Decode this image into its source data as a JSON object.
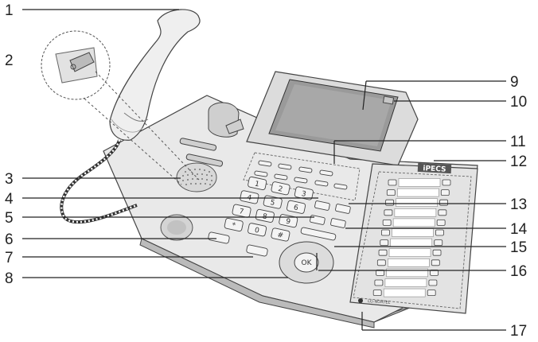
{
  "callouts": [
    "1",
    "2",
    "3",
    "4",
    "5",
    "6",
    "7",
    "8",
    "9",
    "10",
    "11",
    "12",
    "13",
    "14",
    "15",
    "16",
    "17"
  ],
  "keypad_keys": [
    "1",
    "2",
    "3",
    "4",
    "5",
    "6",
    "7",
    "8",
    "9",
    "*",
    "0",
    "#"
  ],
  "nav_key_label": "OK",
  "brand_label": "iPECS",
  "logo_text": "LG-NORTEL"
}
